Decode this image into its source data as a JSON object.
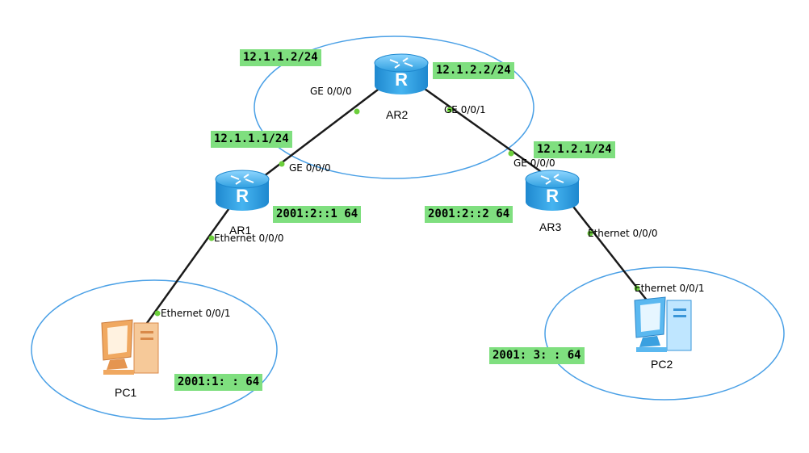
{
  "devices": {
    "ar1": {
      "label": "AR1",
      "icon": "router-icon"
    },
    "ar2": {
      "label": "AR2",
      "icon": "router-icon"
    },
    "ar3": {
      "label": "AR3",
      "icon": "router-icon"
    },
    "pc1": {
      "label": "PC1",
      "icon": "pc-icon"
    },
    "pc2": {
      "label": "PC2",
      "icon": "pc-icon"
    }
  },
  "ports": {
    "ar2_ge000": "GE 0/0/0",
    "ar2_ge001": "GE 0/0/1",
    "ar1_ge000": "GE 0/0/0",
    "ar3_ge000": "GE 0/0/0",
    "ar1_eth000": "Ethernet 0/0/0",
    "pc1_eth001": "Ethernet 0/0/1",
    "ar3_eth000": "Ethernet 0/0/0",
    "pc2_eth001": "Ethernet 0/0/1"
  },
  "addresses": {
    "ar2_left": "12.1.1.2/24",
    "ar2_right": "12.1.2.2/24",
    "ar1_ipv4": "12.1.1.1/24",
    "ar3_ipv4": "12.1.2.1/24",
    "ar1_ipv6": "2001:2::1 64",
    "ar3_ipv6": "2001:2::2 64",
    "pc1_net": "2001:1: : 64",
    "pc2_net": "2001: 3: : 64"
  },
  "colors": {
    "area_circle": "#4aa0e6",
    "link": "#1a1a1a",
    "port_dot": "#6ccf3c",
    "label_bg": "#7fdf7f",
    "router": "#2f9fe0",
    "pc1": "#f0a860",
    "pc2": "#5ab8f0"
  }
}
